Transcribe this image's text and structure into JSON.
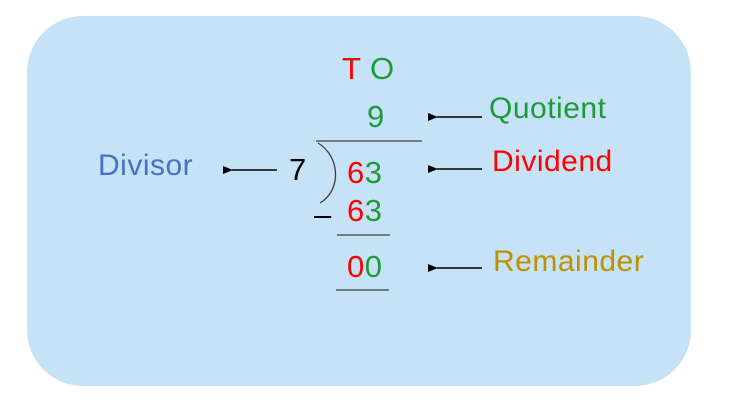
{
  "place_value_header": {
    "tens": "T",
    "ones": "O"
  },
  "quotient": {
    "value": "9",
    "label": "Quotient"
  },
  "divisor": {
    "value": "7",
    "label": "Divisor"
  },
  "dividend": {
    "tens_digit": "6",
    "ones_digit": "3",
    "label": "Dividend"
  },
  "subtraction": {
    "minus_sign": "–",
    "tens_digit": "6",
    "ones_digit": "3"
  },
  "remainder": {
    "tens_digit": "0",
    "ones_digit": "0",
    "label": "Remainder"
  },
  "colors": {
    "background_panel": "#c5e2f6",
    "tens": "#ff0000",
    "ones": "#1e9a3c",
    "quotient_label": "#1e9a3c",
    "dividend_label": "#ff0000",
    "divisor_label": "#4472c4",
    "remainder_label": "#bf9000",
    "arrows": "#000000"
  }
}
